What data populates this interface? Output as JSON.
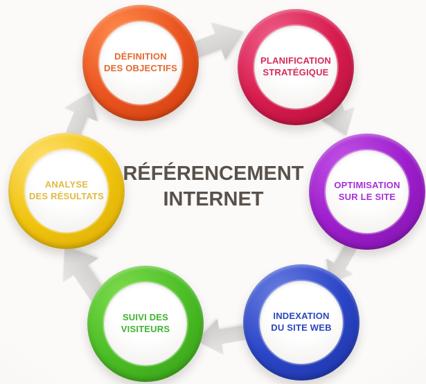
{
  "diagram": {
    "title": "RÉFÉRENCEMENT\nINTERNET",
    "title_color": "#59514b",
    "background_color": "#f8f6f4",
    "arrow_color": "#d9d8d6",
    "flow_direction": "clockwise",
    "steps": [
      {
        "id": "definition-des-objectifs",
        "label": "DÉFINITION\nDES OBJECTIFS",
        "ring_color": "#ea5420",
        "ring_color_light": "#ff8c4e",
        "ring_color_dark": "#c93a08",
        "text_color": "#e4682c"
      },
      {
        "id": "planification-strategique",
        "label": "PLANIFICATION\nSTRATÉGIQUE",
        "ring_color": "#d81c4e",
        "ring_color_light": "#ef5f88",
        "ring_color_dark": "#a90d37",
        "text_color": "#d5295a"
      },
      {
        "id": "optimisation-sur-le-site",
        "label": "OPTIMISATION\nSUR LE SITE",
        "ring_color": "#9d1ecb",
        "ring_color_light": "#c253e6",
        "ring_color_dark": "#7a11a5",
        "text_color": "#a62ed8"
      },
      {
        "id": "indexation-du-site-web",
        "label": "INDEXATION\nDU SITE WEB",
        "ring_color": "#2b46c8",
        "ring_color_light": "#6b7fe0",
        "ring_color_dark": "#1a2e9c",
        "text_color": "#2a46bb"
      },
      {
        "id": "suivi-des-visiteurs",
        "label": "SUIVI DES\nVISITEURS",
        "ring_color": "#4cbe27",
        "ring_color_light": "#7fdb4e",
        "ring_color_dark": "#2f960f",
        "text_color": "#3db32b"
      },
      {
        "id": "analyse-des-resultats",
        "label": "ANALYSE\nDES RÉSULTATS",
        "ring_color": "#f0c40f",
        "ring_color_light": "#ffe070",
        "ring_color_dark": "#d6a700",
        "text_color": "#e0ba42"
      }
    ]
  }
}
